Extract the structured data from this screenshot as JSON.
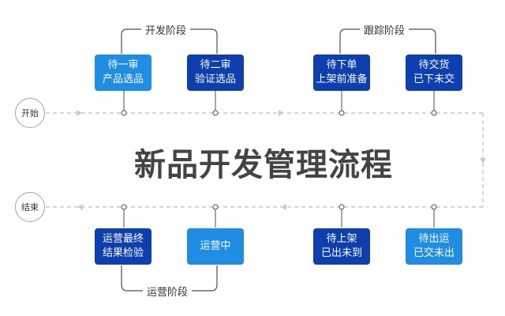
{
  "title": "新品开发管理流程",
  "terminals": {
    "start": "开始",
    "end": "结束"
  },
  "phases": {
    "development": "开发阶段",
    "tracking": "跟踪阶段",
    "operation": "运营阶段"
  },
  "steps": {
    "first_review": {
      "line1": "待一审",
      "line2": "产品选品"
    },
    "second_review": {
      "line1": "待二审",
      "line2": "验证选品"
    },
    "pending_order": {
      "line1": "待下单",
      "line2": "上架前准备"
    },
    "pending_ship": {
      "line1": "待交货",
      "line2": "已下未交"
    },
    "pending_dispatch": {
      "line1": "待出运",
      "line2": "已交未出"
    },
    "pending_listing": {
      "line1": "待上架",
      "line2": "已出未到"
    },
    "in_operation": {
      "line1": "运营中"
    },
    "final_check": {
      "line1": "运营最终",
      "line2": "结果检验"
    }
  },
  "colors": {
    "light_box": "#1f8de3",
    "dark_box": "#0d3fb1",
    "flow_line": "#b9bfc6",
    "bracket_line": "#4a4f55"
  }
}
